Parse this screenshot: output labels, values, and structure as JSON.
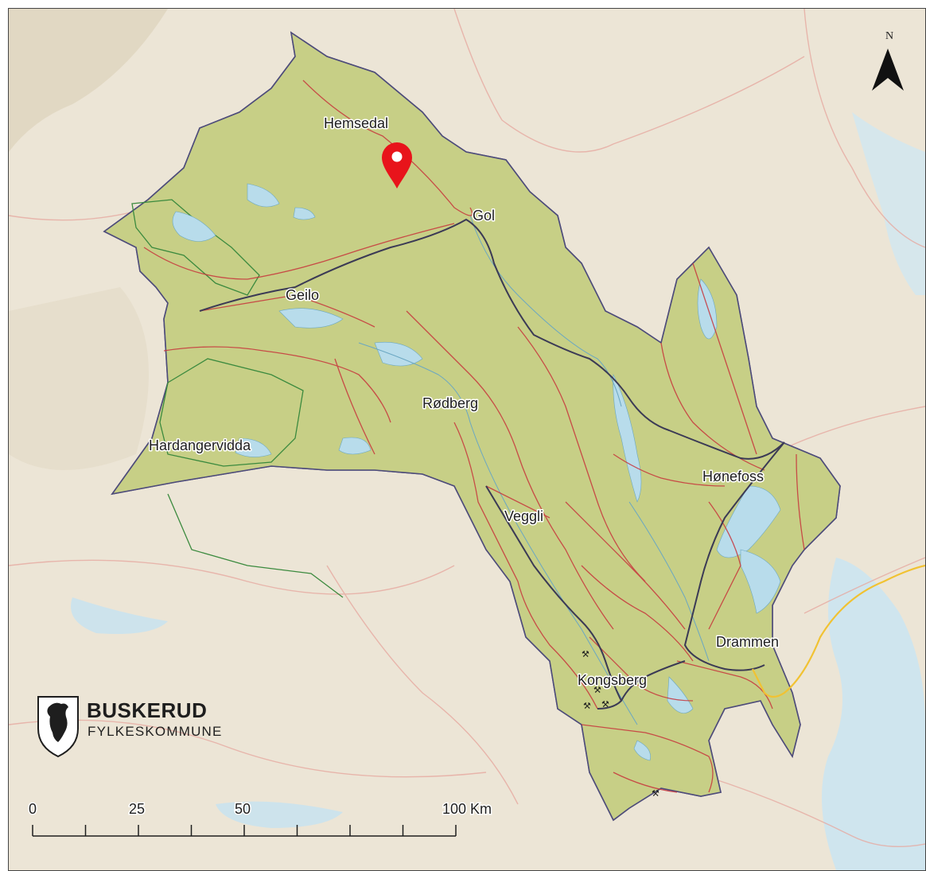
{
  "map": {
    "region": "Buskerud",
    "colors": {
      "background": "#ece5d6",
      "county_fill": "#c7cf86",
      "highland_fill": "#d4b982",
      "water": "#b8dceb",
      "roads": "#c7353b",
      "major_roads": "#3b3a55",
      "boundary": "#4d4b7a",
      "marker": "#e8141b"
    },
    "places": [
      {
        "id": "hemsedal",
        "name": "Hemsedal"
      },
      {
        "id": "gol",
        "name": "Gol"
      },
      {
        "id": "geilo",
        "name": "Geilo"
      },
      {
        "id": "rodberg",
        "name": "Rødberg"
      },
      {
        "id": "hardangervidda",
        "name": "Hardangervidda"
      },
      {
        "id": "veggli",
        "name": "Veggli"
      },
      {
        "id": "honefoss",
        "name": "Hønefoss"
      },
      {
        "id": "drammen",
        "name": "Drammen"
      },
      {
        "id": "kongsberg",
        "name": "Kongsberg"
      }
    ],
    "marker": {
      "icon": "map-pin-icon",
      "near": "Hemsedal"
    },
    "north_arrow": {
      "label": "N",
      "icon": "north-arrow-icon"
    },
    "logo": {
      "line1": "BUSKERUD",
      "line2": "FYLKESKOMMUNE",
      "icon": "bear-shield-icon"
    },
    "scale_bar": {
      "labels": [
        "0",
        "25",
        "50",
        "100 Km"
      ]
    }
  }
}
